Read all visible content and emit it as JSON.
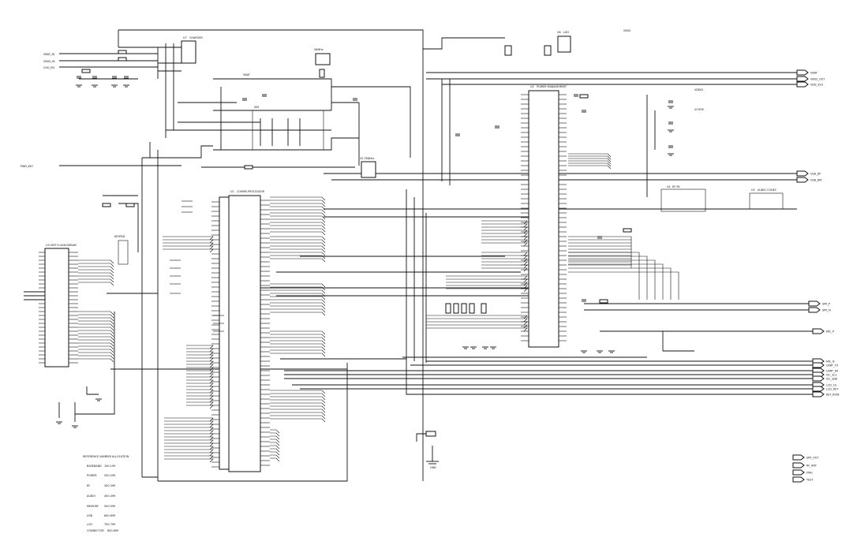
{
  "power_rails": {
    "vbat": "VBAT",
    "vbus": "VBUS",
    "vddio": "VDDIO",
    "vcore": "VCORE",
    "gnd": "GND"
  },
  "chips": {
    "cpu": {
      "ref": "U1",
      "part": "COMMS PROCESSOR"
    },
    "pmu": {
      "ref": "U2",
      "part": "POWER MANAGEMENT"
    },
    "flash": {
      "ref": "U3",
      "part": "MCP FLASH/SDRAM"
    },
    "rf_pa": {
      "ref": "U4",
      "part": "RF PA"
    },
    "audio": {
      "ref": "U5",
      "part": "AUDIO CODEC"
    },
    "small1": {
      "ref": "U6",
      "part": "LDO"
    },
    "small2": {
      "ref": "U7",
      "part": "CHARGER"
    }
  },
  "left_inputs": [
    "VBAT_IN",
    "VBUS_IN",
    "CHG_EN"
  ],
  "left_net": "PWR_KEY",
  "right_ports": [
    "VBAT",
    "VBUS_OUT",
    "VDD_3V3",
    "USB_DP",
    "USB_DM",
    "SPK_P",
    "SPK_N",
    "MIC_P",
    "MIC_N",
    "UART_TX",
    "UART_RX",
    "I2C_SCL",
    "I2C_SDA",
    "LCD_CS",
    "LCD_RST",
    "KEY_ROW"
  ],
  "legend": {
    "title": "REFERENCE NUMBER ALLOCATION",
    "rows": [
      {
        "name": "BASEBAND",
        "range": "100-199"
      },
      {
        "name": "POWER",
        "range": "200-299"
      },
      {
        "name": "RF",
        "range": "300-399"
      },
      {
        "name": "AUDIO",
        "range": "400-499"
      },
      {
        "name": "MEMORY",
        "range": "500-599"
      },
      {
        "name": "USB",
        "range": "600-699"
      },
      {
        "name": "LCD",
        "range": "700-799"
      },
      {
        "name": "CONNECTOR",
        "range": "800-899"
      }
    ]
  },
  "bottom_right_ports": [
    "SPK_OUT",
    "RF_ANT",
    "JTAG",
    "TEST"
  ],
  "misc_labels": {
    "keypad": "KEYPAD",
    "sim": "SIM",
    "xtal": "26MHz",
    "clk32": "32.768kHz"
  }
}
